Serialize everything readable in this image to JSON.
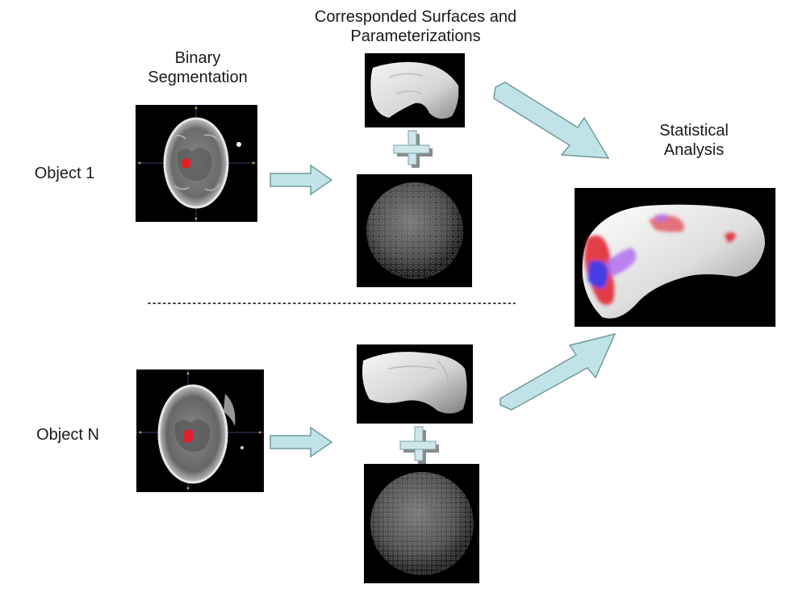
{
  "headings": {
    "binary": [
      "Binary",
      "Segmentation"
    ],
    "corresponded": [
      "Corresponded Surfaces and",
      "Parameterizations"
    ],
    "statistical": [
      "Statistical",
      "Analysis"
    ]
  },
  "objects": [
    {
      "label": "Object 1"
    },
    {
      "label": "Object N"
    }
  ],
  "colors": {
    "arrow_fill": "#bfe3e6",
    "arrow_stroke": "#6f9aa0",
    "panel_bg": "#000000",
    "highlight_red": "#e0202a",
    "highlight_blue": "#2a3cff",
    "highlight_purple": "#b070f0"
  }
}
